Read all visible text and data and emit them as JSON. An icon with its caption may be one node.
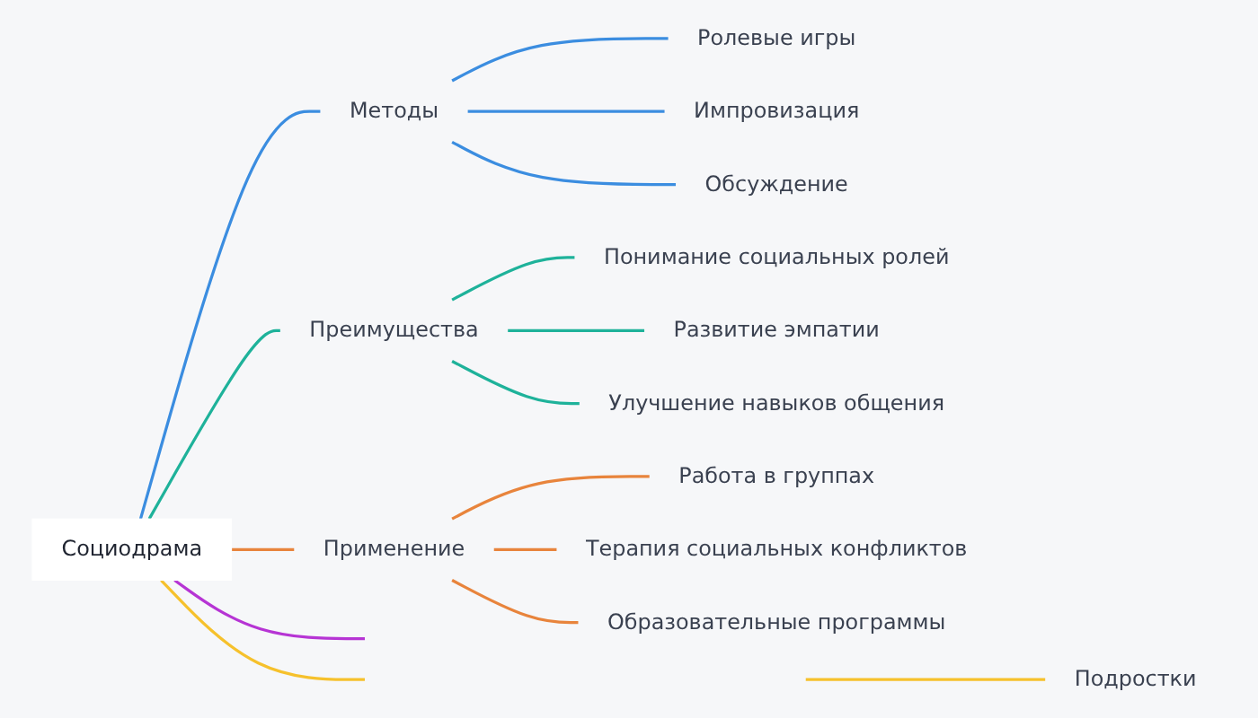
{
  "diagram": {
    "nodes": [
      {
        "text": [
          "Социодрама"
        ]
      },
      {
        "text": [
          "Методы"
        ]
      },
      {
        "text": [
          "Ролевые игры"
        ]
      },
      {
        "text": [
          "Импровизация"
        ]
      },
      {
        "text": [
          "Обсуждение"
        ]
      },
      {
        "text": [
          "Преимущества"
        ]
      },
      {
        "text": [
          "Понимание социальных ролей"
        ]
      },
      {
        "text": [
          "Развитие эмпатии"
        ]
      },
      {
        "text": [
          "Улучшение навыков общения"
        ]
      },
      {
        "text": [
          "Применение"
        ]
      },
      {
        "text": [
          "Работа в группах"
        ]
      },
      {
        "text": [
          "Терапия социальных конфликтов"
        ]
      },
      {
        "text": [
          "Образовательные программы"
        ]
      },
      {
        "text": [
          "Подростки"
        ]
      }
    ],
    "edges": [
      {
        "from": 0,
        "to": null,
        "arrow": "none",
        "color": "#b634d4"
      },
      {
        "from": 0,
        "to": 1,
        "arrow": "none",
        "color": "#3b8de0"
      },
      {
        "from": 1,
        "to": 2,
        "arrow": "none",
        "color": "#3b8de0"
      },
      {
        "from": 1,
        "to": 3,
        "arrow": "none",
        "color": "#3b8de0"
      },
      {
        "from": 1,
        "to": 4,
        "arrow": "none",
        "color": "#3b8de0"
      },
      {
        "from": 0,
        "to": 5,
        "arrow": "none",
        "color": "#1eb29a"
      },
      {
        "from": 5,
        "to": 6,
        "arrow": "none",
        "color": "#1eb29a"
      },
      {
        "from": 5,
        "to": 7,
        "arrow": "none",
        "color": "#1eb29a"
      },
      {
        "from": 5,
        "to": 8,
        "arrow": "none",
        "color": "#1eb29a"
      },
      {
        "from": 0,
        "to": 9,
        "arrow": "none",
        "color": "#e8843c"
      },
      {
        "from": 9,
        "to": 10,
        "arrow": "none",
        "color": "#e8843c"
      },
      {
        "from": 9,
        "to": 11,
        "arrow": "none",
        "color": "#e8843c"
      },
      {
        "from": 9,
        "to": 12,
        "arrow": "none",
        "color": "#e8843c"
      },
      {
        "from": 0,
        "to": null,
        "arrow": "none",
        "color": "#f6c12c"
      },
      {
        "from": null,
        "to": 13,
        "arrow": "none",
        "color": "#f6c12c"
      }
    ]
  }
}
